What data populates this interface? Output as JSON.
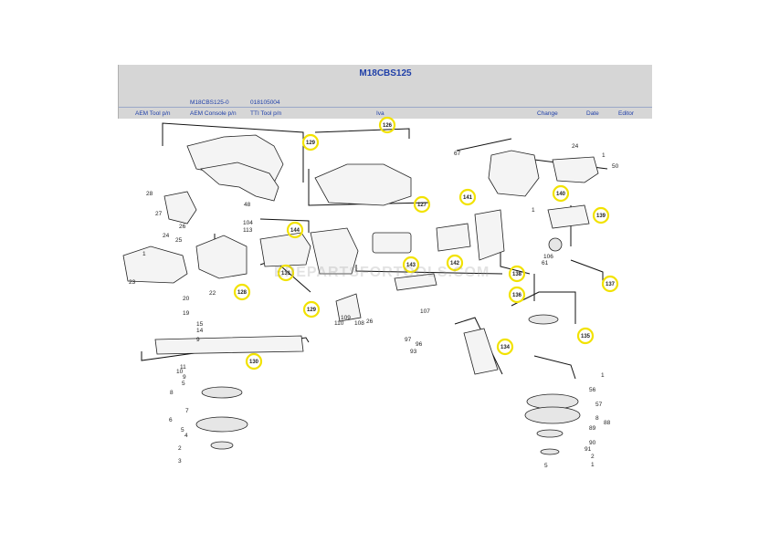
{
  "header": {
    "title": "M18CBS125",
    "model": "M18CBS125-0",
    "serial": "018105004",
    "columns": [
      "AEM Tool p/n",
      "AEM Console p/n",
      "TTI Tool p/n",
      "Iva",
      "Change",
      "Date",
      "Editor"
    ]
  },
  "watermark": "EREPARTSFORTOOLS.COM",
  "callouts": [
    "126",
    "129",
    "127",
    "141",
    "140",
    "139",
    "144",
    "128",
    "131",
    "129",
    "143",
    "142",
    "138",
    "136",
    "137",
    "134",
    "135",
    "130"
  ],
  "parts": [
    "24",
    "1",
    "50",
    "67",
    "28",
    "27",
    "26",
    "24",
    "25",
    "1",
    "23",
    "104",
    "113",
    "20",
    "22",
    "19",
    "15",
    "14",
    "9",
    "97",
    "96",
    "93",
    "11",
    "10",
    "9",
    "5",
    "8",
    "7",
    "6",
    "5",
    "4",
    "2",
    "3",
    "107",
    "110",
    "109",
    "108",
    "26",
    "106",
    "61",
    "1",
    "56",
    "57",
    "8",
    "89",
    "88",
    "90",
    "91",
    "2",
    "5",
    "1",
    "48",
    "1"
  ]
}
